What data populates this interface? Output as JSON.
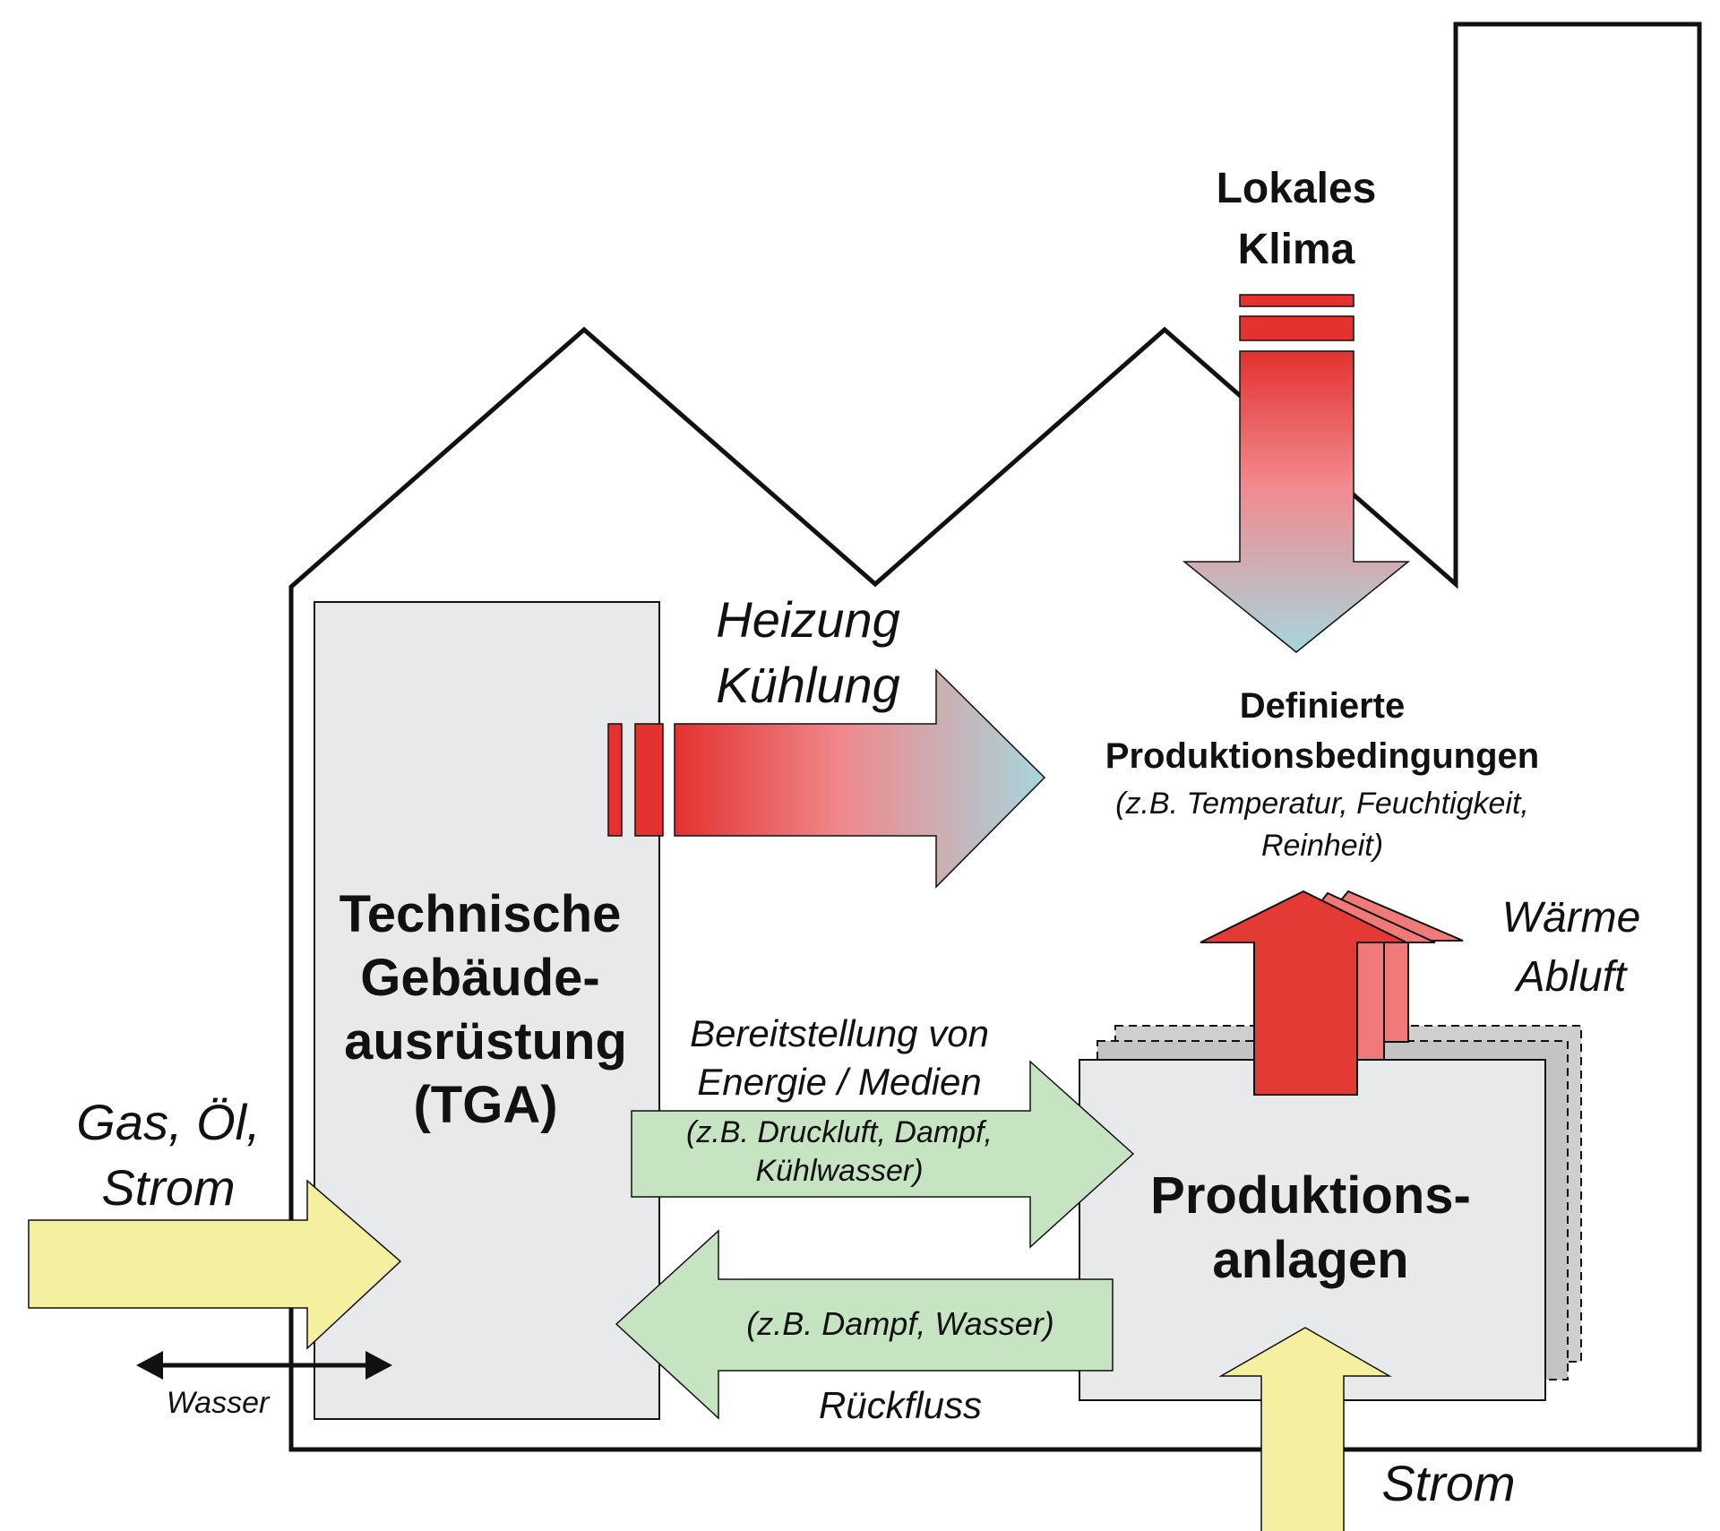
{
  "labels": {
    "lokales_klima": [
      "Lokales",
      "Klima"
    ],
    "heizung_kuehlung": [
      "Heizung",
      "Kühlung"
    ],
    "definierte": [
      "Definierte",
      "Produktionsbedingungen",
      "(z.B. Temperatur, Feuchtigkeit,",
      "Reinheit)"
    ],
    "waerme_abluft": [
      "Wärme",
      "Abluft"
    ],
    "tga": [
      "Technische",
      "Gebäude-",
      "ausrüstung",
      "(TGA)"
    ],
    "bereitstellung": [
      "Bereitstellung von",
      "Energie / Medien"
    ],
    "bereitstellung_detail": [
      "(z.B. Druckluft, Dampf,",
      "Kühlwasser)"
    ],
    "gas_oel_strom": [
      "Gas, Öl,",
      "Strom"
    ],
    "produktionsanlagen": [
      "Produktions-",
      "anlagen"
    ],
    "rueckfluss_detail": "(z.B. Dampf, Wasser)",
    "rueckfluss": "Rückfluss",
    "wasser": "Wasser",
    "strom_unten": "Strom"
  },
  "colors": {
    "outline": "#111111",
    "box_fill": "#e8e9eb",
    "red": "#e33a35",
    "red_light": "#f07a7a",
    "cool": "#a8d8dc",
    "green": "#c6e4c2",
    "yellow": "#f5f0a0",
    "gray_stack": "#c8c8c8"
  }
}
